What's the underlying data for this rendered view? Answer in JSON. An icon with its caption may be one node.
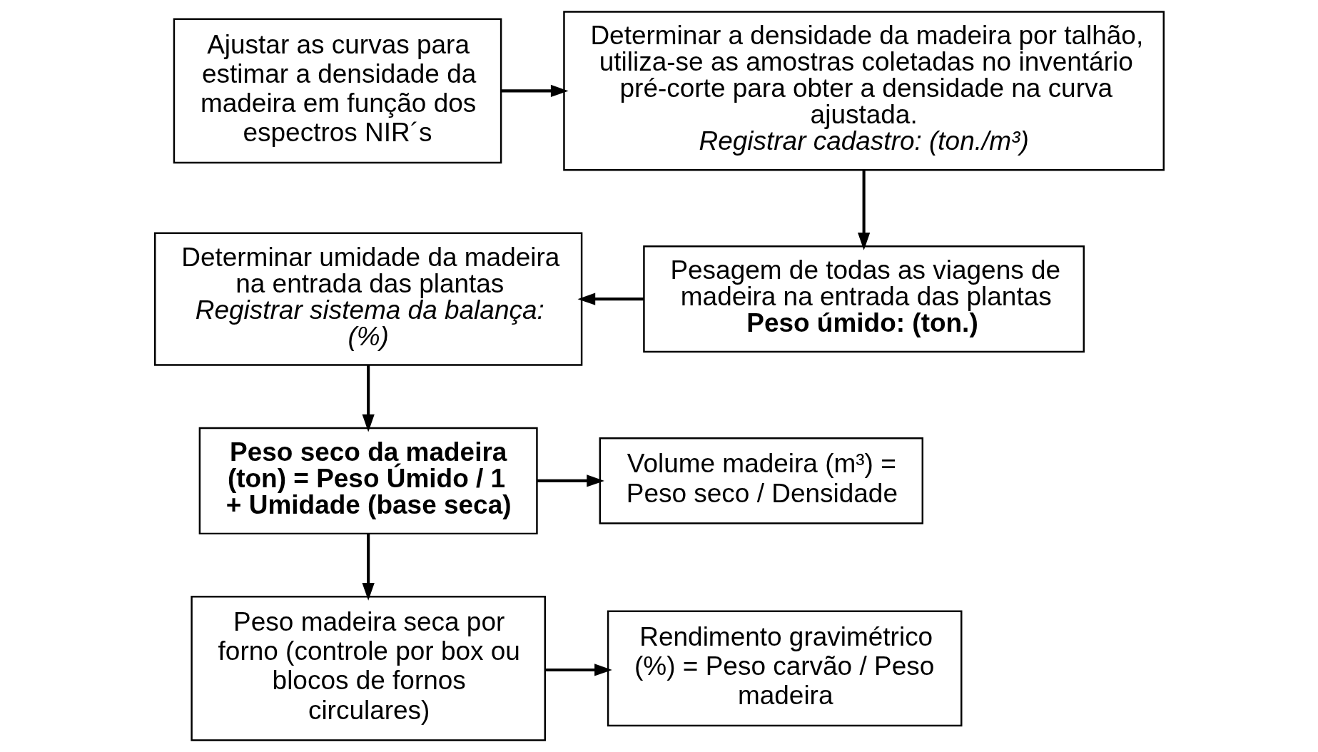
{
  "diagram": {
    "nodes": [
      {
        "text": [
          "Ajustar as curvas para estimar a densidade da madeira em função dos espectros NIR´s"
        ]
      },
      {
        "text": [
          "Determinar a densidade da madeira por talhão, utiliza-se as amostras coletadas no inventário pré-corte para obter a densidade na curva ajustada.",
          "Registrar cadastro: (ton./m³)"
        ]
      },
      {
        "text": [
          "Pesagem de todas as viagens de madeira na entrada das plantas",
          "Peso úmido: (ton.)"
        ]
      },
      {
        "text": [
          "Determinar umidade da madeira na entrada das plantas",
          "Registrar sistema da balança: (%)"
        ]
      },
      {
        "text": [
          "Peso seco da madeira (ton) = Peso Úmido / 1 + Umidade (base seca)"
        ]
      },
      {
        "text": [
          "Volume madeira (m³) = Peso seco / Densidade"
        ]
      },
      {
        "text": [
          "Peso madeira seca por forno (controle por box ou blocos de fornos circulares)"
        ]
      },
      {
        "text": [
          "Rendimento gravimétrico (%) = Peso carvão / Peso madeira"
        ]
      }
    ],
    "edges": [
      {
        "from": 0,
        "to": 1,
        "arrow": "to"
      },
      {
        "from": 1,
        "to": 2,
        "arrow": "to"
      },
      {
        "from": 2,
        "to": 3,
        "arrow": "to"
      },
      {
        "from": 3,
        "to": 4,
        "arrow": "to"
      },
      {
        "from": 4,
        "to": 5,
        "arrow": "to"
      },
      {
        "from": 4,
        "to": 6,
        "arrow": "to"
      },
      {
        "from": 6,
        "to": 7,
        "arrow": "to"
      }
    ]
  }
}
